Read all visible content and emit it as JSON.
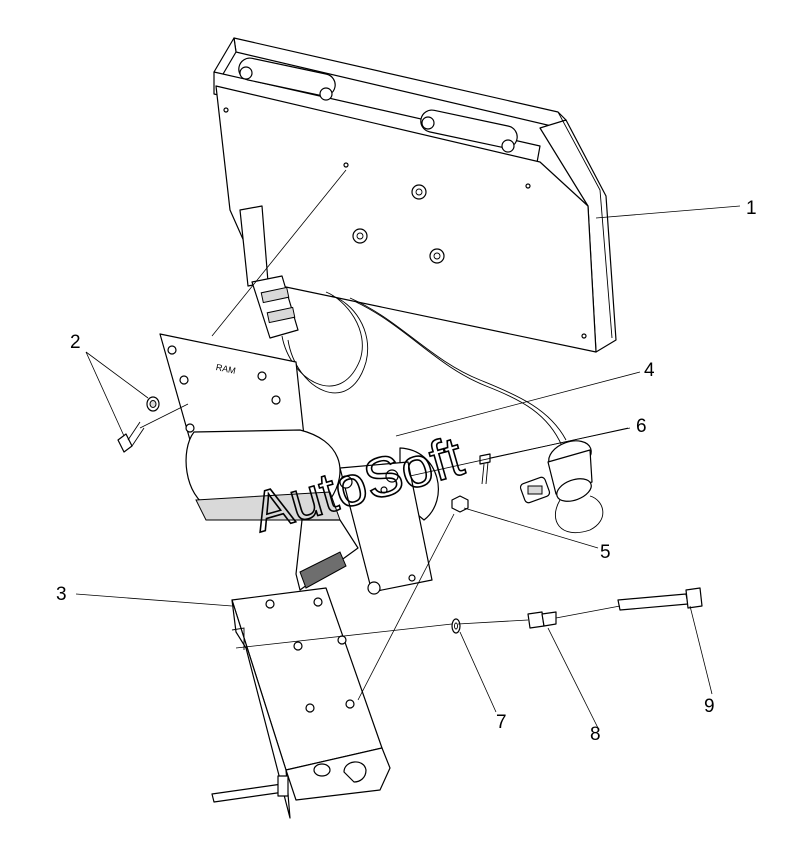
{
  "watermark": "AutoSoft",
  "callouts": [
    {
      "id": "1",
      "label": "1"
    },
    {
      "id": "2",
      "label": "2"
    },
    {
      "id": "3",
      "label": "3"
    },
    {
      "id": "4",
      "label": "4"
    },
    {
      "id": "5",
      "label": "5"
    },
    {
      "id": "6",
      "label": "6"
    },
    {
      "id": "7",
      "label": "7"
    },
    {
      "id": "8",
      "label": "8"
    },
    {
      "id": "9",
      "label": "9"
    }
  ],
  "plate_marking": "RAM"
}
